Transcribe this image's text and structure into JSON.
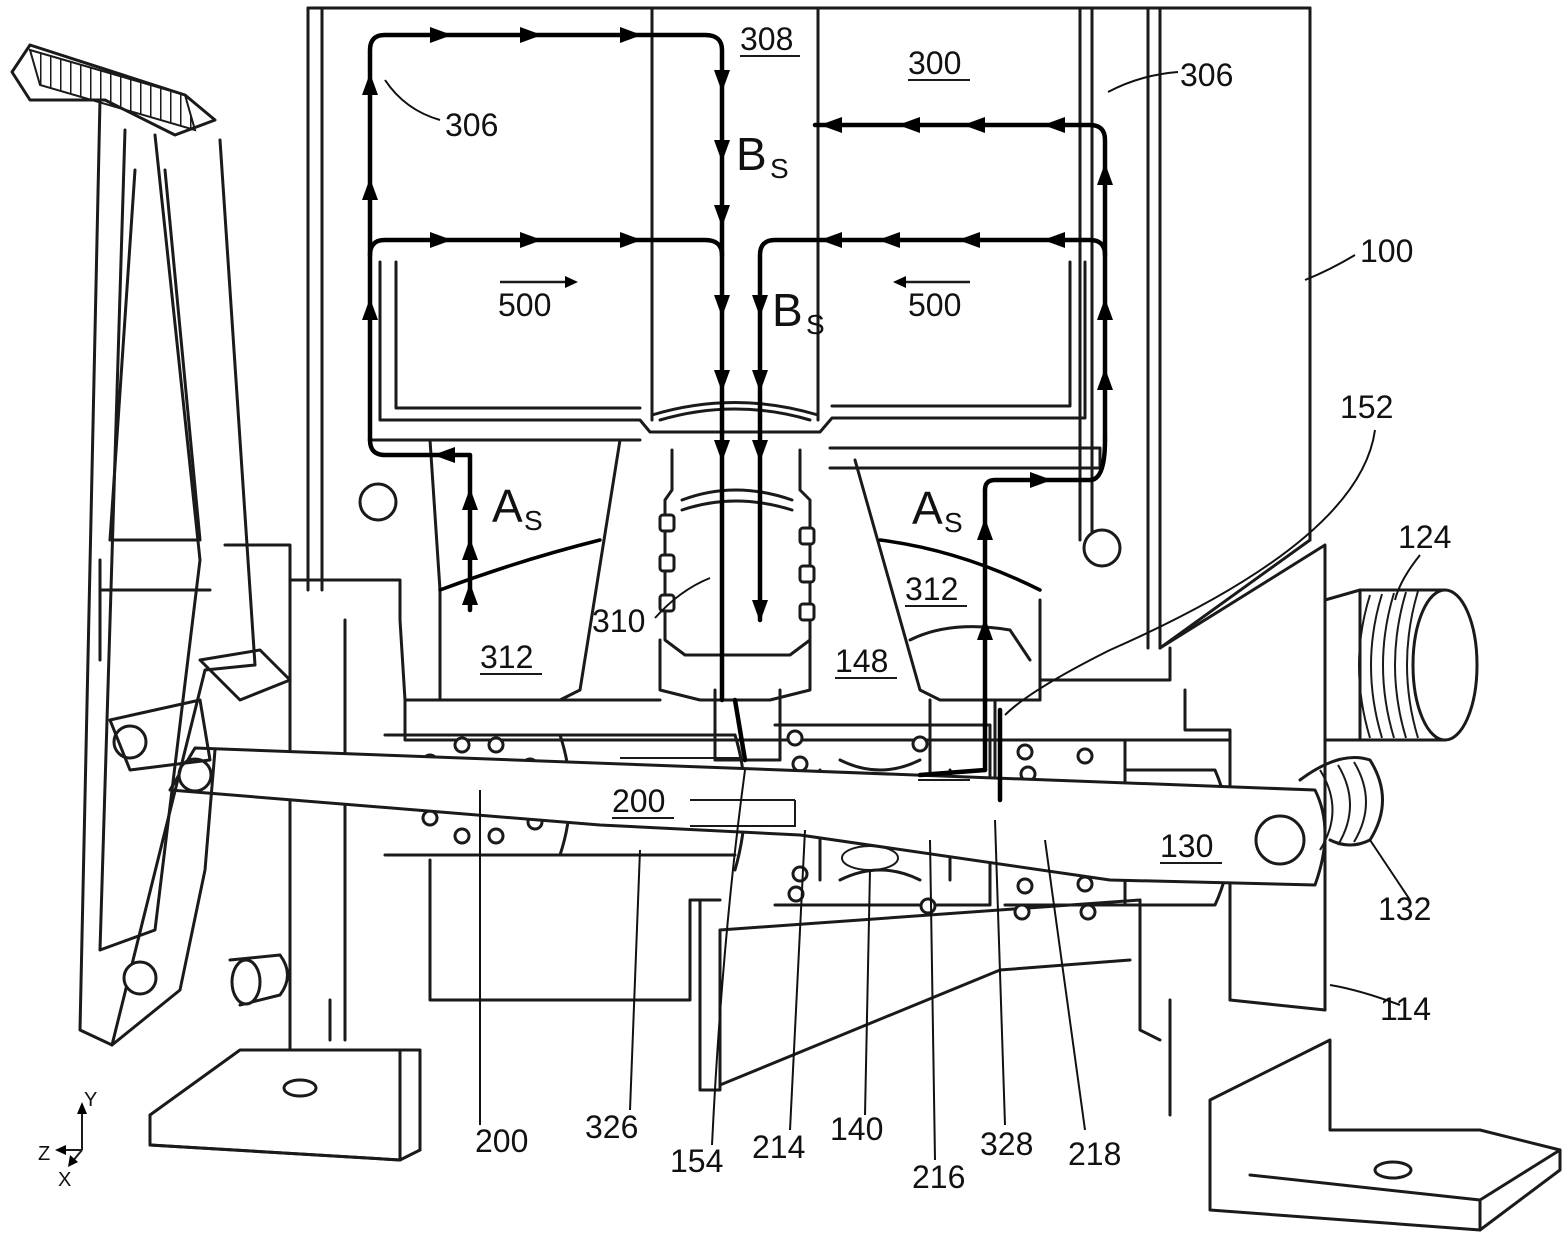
{
  "labels": {
    "l308": "308",
    "l300": "300",
    "l306a": "306",
    "l306b": "306",
    "l100": "100",
    "l500a": "500",
    "l500b": "500",
    "l152": "152",
    "l124": "124",
    "l312a": "312",
    "l312b": "312",
    "l310": "310",
    "l148": "148",
    "l200a": "200",
    "l130": "130",
    "l132": "132",
    "l114": "114",
    "l200b": "200",
    "l326": "326",
    "l154": "154",
    "l214": "214",
    "l140": "140",
    "l216": "216",
    "l328": "328",
    "l218": "218"
  },
  "flux": {
    "bs_main": "B",
    "bs_sub": "S",
    "as_main": "A",
    "as_sub": "S"
  },
  "axes": {
    "y": "Y",
    "z": "Z",
    "x": "X"
  }
}
